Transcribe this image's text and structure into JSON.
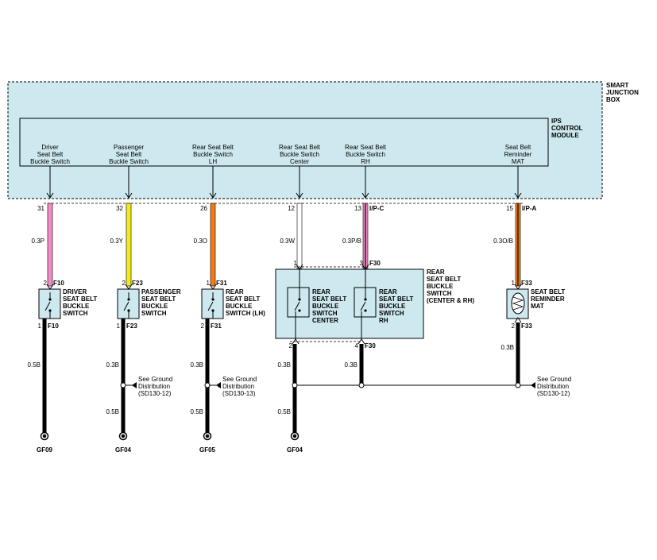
{
  "sjb": {
    "title": "SMART\nJUNCTION\nBOX",
    "fill": "#cde9ef"
  },
  "ips": {
    "title": "IPS\nCONTROL\nMODULE"
  },
  "inputs": [
    {
      "label": "Driver\nSeat Belt\nBuckle Switch"
    },
    {
      "label": "Passenger\nSeat Belt\nBuckle Switch"
    },
    {
      "label": "Rear Seat Belt\nBuckle Switch\nLH"
    },
    {
      "label": "Rear Seat Belt\nBuckle Switch\nCenter"
    },
    {
      "label": "Rear Seat Belt\nBuckle Switch\nRH"
    },
    {
      "label": "Seat Belt\nReminder\nMAT"
    }
  ],
  "wires": [
    {
      "pin": "31",
      "wire": "0.3P",
      "color": "#f58bc8"
    },
    {
      "pin": "32",
      "wire": "0.3Y",
      "color": "#f2ea18"
    },
    {
      "pin": "26",
      "wire": "0.3O",
      "color": "#f47a16"
    },
    {
      "pin": "12",
      "wire": "0.3W",
      "color": "#ffffff"
    },
    {
      "pin": "13",
      "wire": "0.3P/B",
      "color": "#f58bc8",
      "connector": "I/P-C"
    },
    {
      "pin": "15",
      "wire": "0.3O/B",
      "color": "#f47a16",
      "connector": "I/P-A"
    }
  ],
  "components": [
    {
      "name": "DRIVER\nSEAT BELT\nBUCKLE\nSWITCH",
      "top_pin": "2",
      "top_conn": "F10",
      "bot_pin": "1",
      "bot_conn": "F10"
    },
    {
      "name": "PASSENGER\nSEAT BELT\nBUCKLE\nSWITCH",
      "top_pin": "2",
      "top_conn": "F23",
      "bot_pin": "1",
      "bot_conn": "F23"
    },
    {
      "name": "REAR\nSEAT BELT\nBUCKLE\nSWITCH (LH)",
      "top_pin": "1",
      "top_conn": "F31",
      "bot_pin": "2",
      "bot_conn": "F31"
    },
    {
      "name": "SEAT BELT\nREMINDER\nMAT",
      "top_pin": "1",
      "top_conn": "F33",
      "bot_pin": "2",
      "bot_conn": "F33"
    }
  ],
  "rear_group": {
    "name": "REAR\nSEAT BELT\nBUCKLE\nSWITCH\n(CENTER & RH)",
    "center_name": "REAR\nSEAT BELT\nBUCKLE\nSWITCH\nCENTER",
    "rh_name": "REAR\nSEAT BELT\nBUCKLE\nSWITCH\nRH",
    "top_pin_left": "1",
    "top_pin_right": "3",
    "top_conn": "F30",
    "bot_pin_left": "2",
    "bot_pin_right": "4",
    "bot_conn": "F30",
    "fill": "#cde9ef"
  },
  "grounds": [
    {
      "wire_top": "0.5B",
      "wire_bottom": "",
      "label": "GF09"
    },
    {
      "wire_top": "0.3B",
      "wire_bottom": "0.5B",
      "label": "GF04",
      "ref": "See Ground\nDistribution\n(SD130-12)"
    },
    {
      "wire_top": "0.3B",
      "wire_bottom": "0.5B",
      "label": "GF05",
      "ref": "See Ground\nDistribution\n(SD130-13)"
    },
    {
      "wire_top": "0.3B",
      "wire_bottom": "0.5B",
      "label": "GF04"
    },
    {
      "wire_top": "0.3B",
      "wire_bottom": ""
    },
    {
      "wire_top": "0.3B",
      "wire_bottom": "",
      "ref": "See Ground\nDistribution\n(SD130-12)"
    }
  ]
}
